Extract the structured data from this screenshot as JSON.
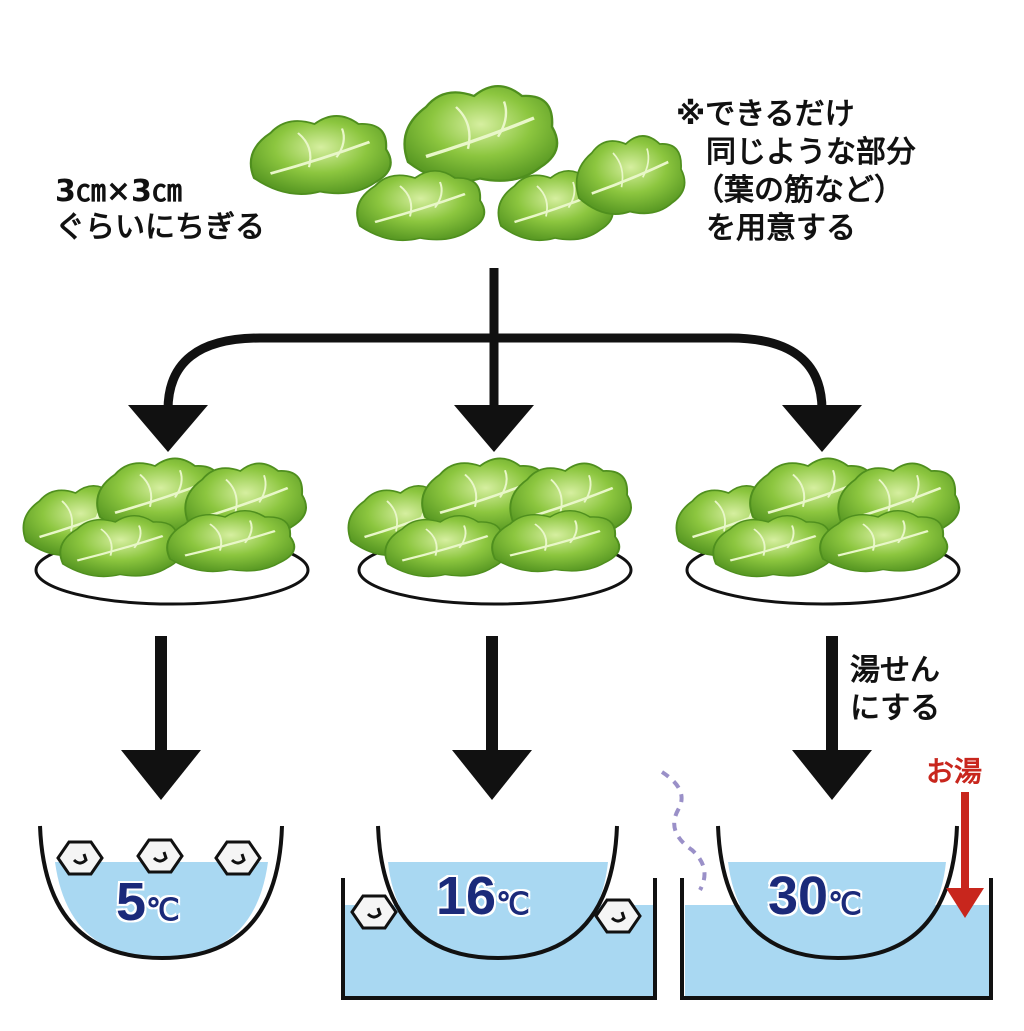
{
  "labels": {
    "tear_size_line1": "3㎝×3㎝",
    "tear_size_line2": "ぐらいにちぎる",
    "note_line1": "※できるだけ",
    "note_line2": "同じような部分",
    "note_line3": "（葉の筋など）",
    "note_line4": "を用意する",
    "water_bath_line1": "湯せん",
    "water_bath_line2": "にする",
    "hot_water": "お湯"
  },
  "bowls": [
    {
      "temp_value": "5",
      "temp_unit": "℃"
    },
    {
      "temp_value": "16",
      "temp_unit": "℃"
    },
    {
      "temp_value": "30",
      "temp_unit": "℃"
    }
  ],
  "colors": {
    "lettuce": "#8cc63f",
    "lettuce_dark": "#4f8f1e",
    "water": "#a9d8f2",
    "temp_text": "#1b2a7a",
    "hot_arrow": "#c8261d",
    "steam": "#9a90c8"
  }
}
